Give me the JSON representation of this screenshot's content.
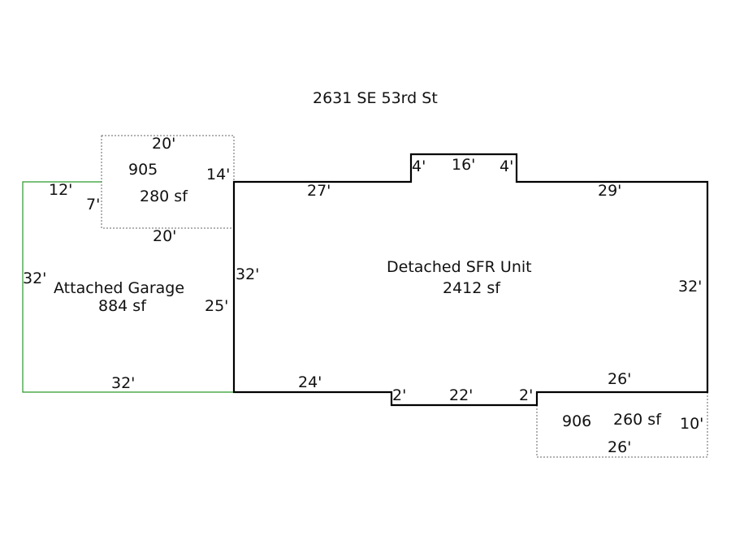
{
  "title": "2631 SE 53rd St",
  "colors": {
    "house": "#000000",
    "garage": "#2a9a2a",
    "dotted": "#666666"
  },
  "areas": {
    "house": {
      "name": "Detached SFR Unit",
      "area": "2412 sf"
    },
    "garage": {
      "name": "Attached Garage",
      "area": "884 sf"
    },
    "area905": {
      "code": "905",
      "area": "280 sf"
    },
    "area906": {
      "code": "906",
      "area": "260 sf"
    }
  },
  "dimensions": {
    "a905_top": "20'",
    "a905_right": "14'",
    "a905_bottom": "20'",
    "a905_left": "7'",
    "garage_top": "12'",
    "garage_left": "32'",
    "garage_right": "25'",
    "garage_bottom": "32'",
    "house_left": "32'",
    "house_top_left": "27'",
    "bump_left": "4'",
    "bump_top": "16'",
    "bump_right": "4'",
    "house_top_right": "29'",
    "house_right": "32'",
    "house_bottom_right": "26'",
    "notch_right": "2'",
    "notch_bottom": "22'",
    "notch_left": "2'",
    "house_bottom_left": "24'",
    "a906_right": "10'",
    "a906_bottom": "26'"
  }
}
